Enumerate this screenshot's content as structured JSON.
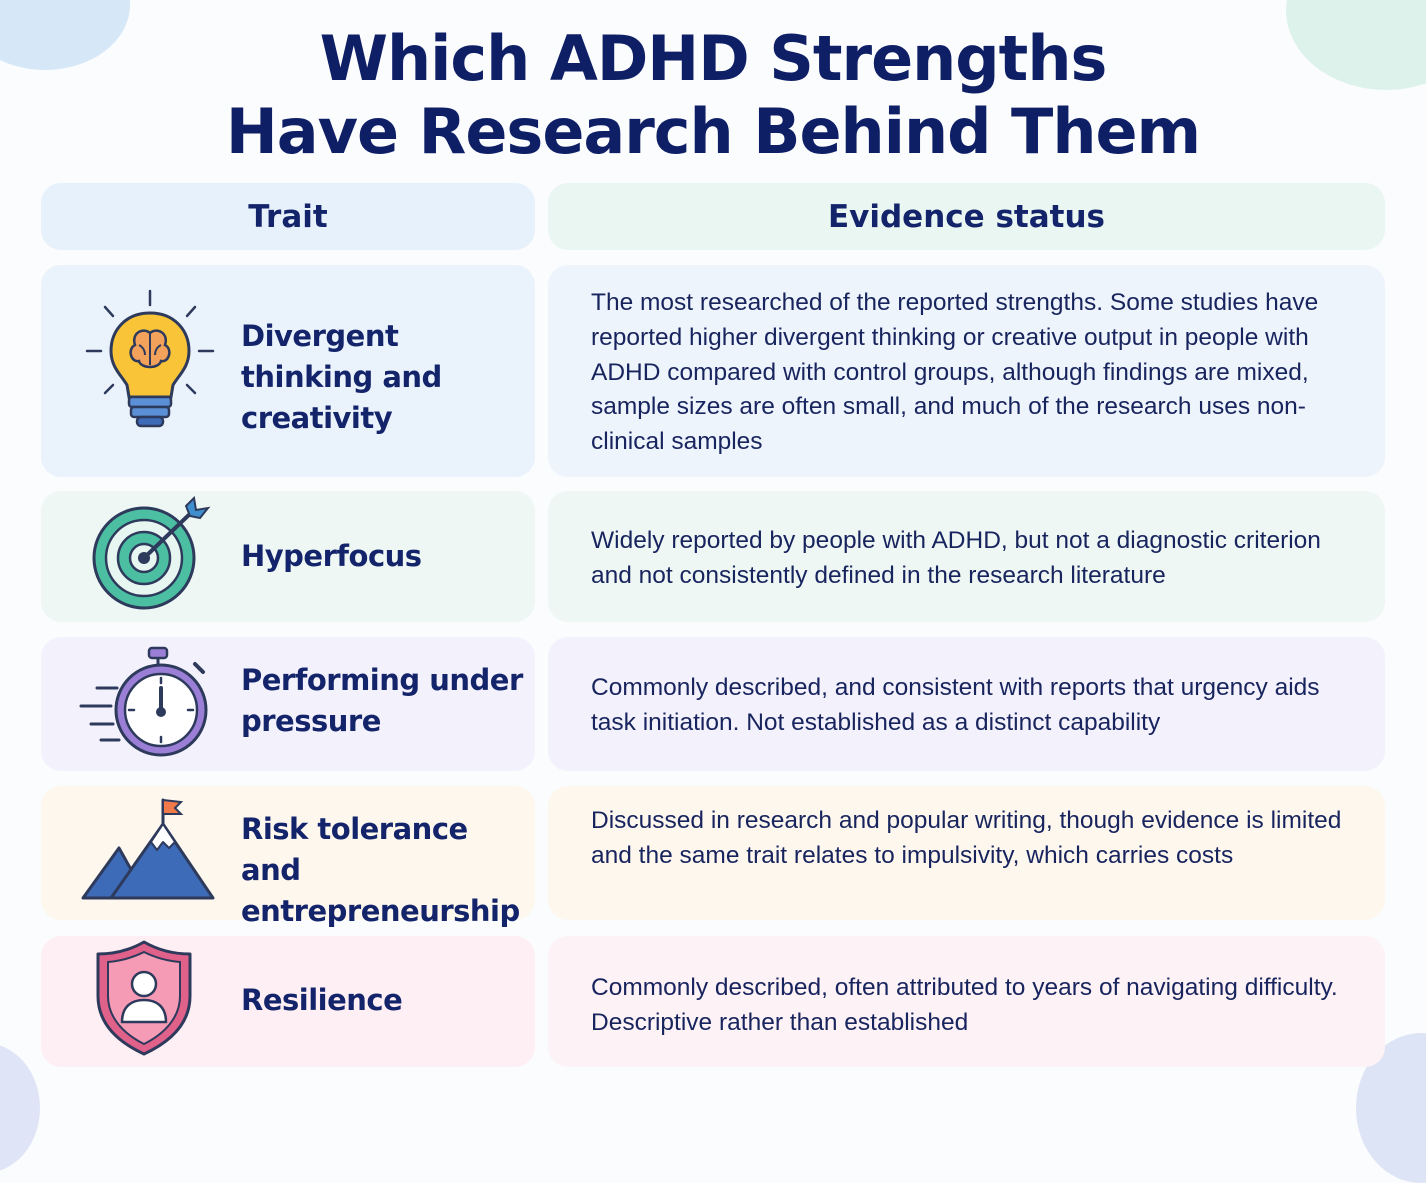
{
  "title": {
    "line1": "Which ADHD Strengths",
    "line2": "Have Research Behind Them"
  },
  "table": {
    "headers": {
      "trait": "Trait",
      "evidence": "Evidence status"
    },
    "rows": [
      {
        "icon": "lightbulb-brain-icon",
        "trait": "Divergent thinking and creativity",
        "evidence": "The most researched of the reported strengths. Some studies have reported higher divergent thinking or creative output in people with ADHD compared with control groups, although findings are mixed, sample sizes are often small, and much of the research uses non-clinical samples",
        "tint": "#eaf3fc"
      },
      {
        "icon": "target-arrow-icon",
        "trait": "Hyperfocus",
        "evidence": "Widely reported by people with ADHD, but not a diagnostic criterion and not consistently defined in the research literature",
        "tint": "#eef7f4"
      },
      {
        "icon": "stopwatch-icon",
        "trait": "Performing under pressure",
        "evidence": "Commonly described, and consistent with reports that urgency aids task initiation. Not established as a distinct capability",
        "tint": "#f3f1fb"
      },
      {
        "icon": "mountain-flag-icon",
        "trait": "Risk tolerance and entrepreneurship",
        "evidence": "Discussed in research and popular writing, though evidence is limited and the same trait relates to impulsivity, which carries costs",
        "tint": "#fdf7ee"
      },
      {
        "icon": "shield-person-icon",
        "trait": "Resilience",
        "evidence": "Commonly described, often attributed to years of navigating difficulty. Descriptive rather than established",
        "tint": "#fdeff3"
      }
    ]
  }
}
